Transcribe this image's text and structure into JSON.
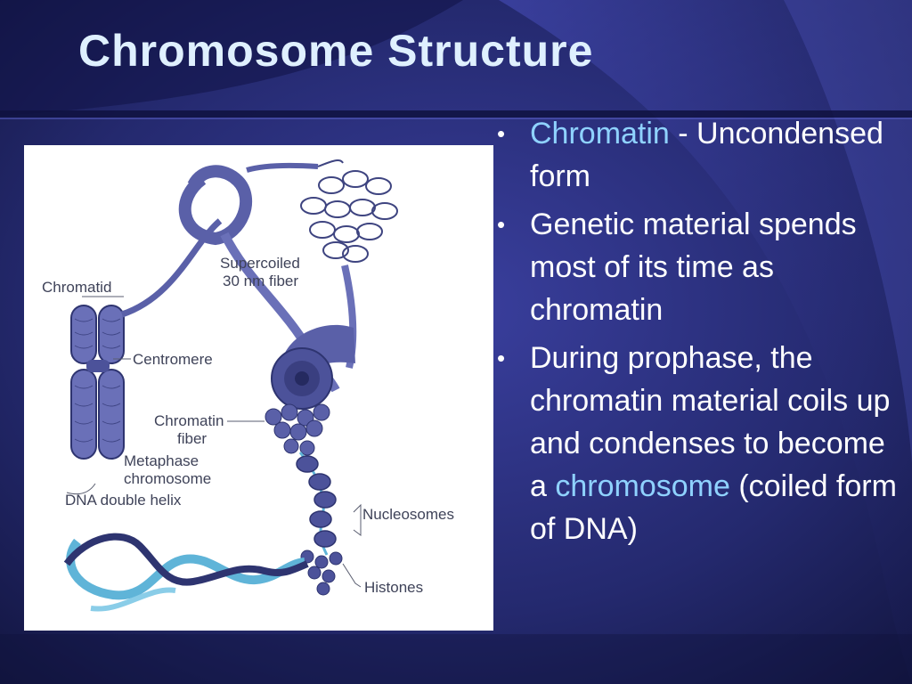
{
  "slide": {
    "title": "Chromosome Structure",
    "colors": {
      "background": "#161a4c",
      "title": "#dff0ff",
      "highlight": "#8fd2ff",
      "text": "#ffffff"
    }
  },
  "diagram": {
    "labels": {
      "chromatid": "Chromatid",
      "supercoiled_1": "Supercoiled",
      "supercoiled_2": "30 nm fiber",
      "centromere": "Centromere",
      "chromatin_fiber_1": "Chromatin",
      "chromatin_fiber_2": "fiber",
      "metaphase_1": "Metaphase",
      "metaphase_2": "chromosome",
      "dna": "DNA double helix",
      "nucleosomes": "Nucleosomes",
      "histones": "Histones"
    }
  },
  "bullets": [
    {
      "term": "Chromatin",
      "rest": " - Uncondensed form"
    },
    {
      "text": "Genetic material spends most of its time as chromatin"
    },
    {
      "before": "During prophase, the chromatin material coils up and condenses to become a ",
      "term": "chromosome",
      "after": " (coiled form of DNA)"
    }
  ]
}
